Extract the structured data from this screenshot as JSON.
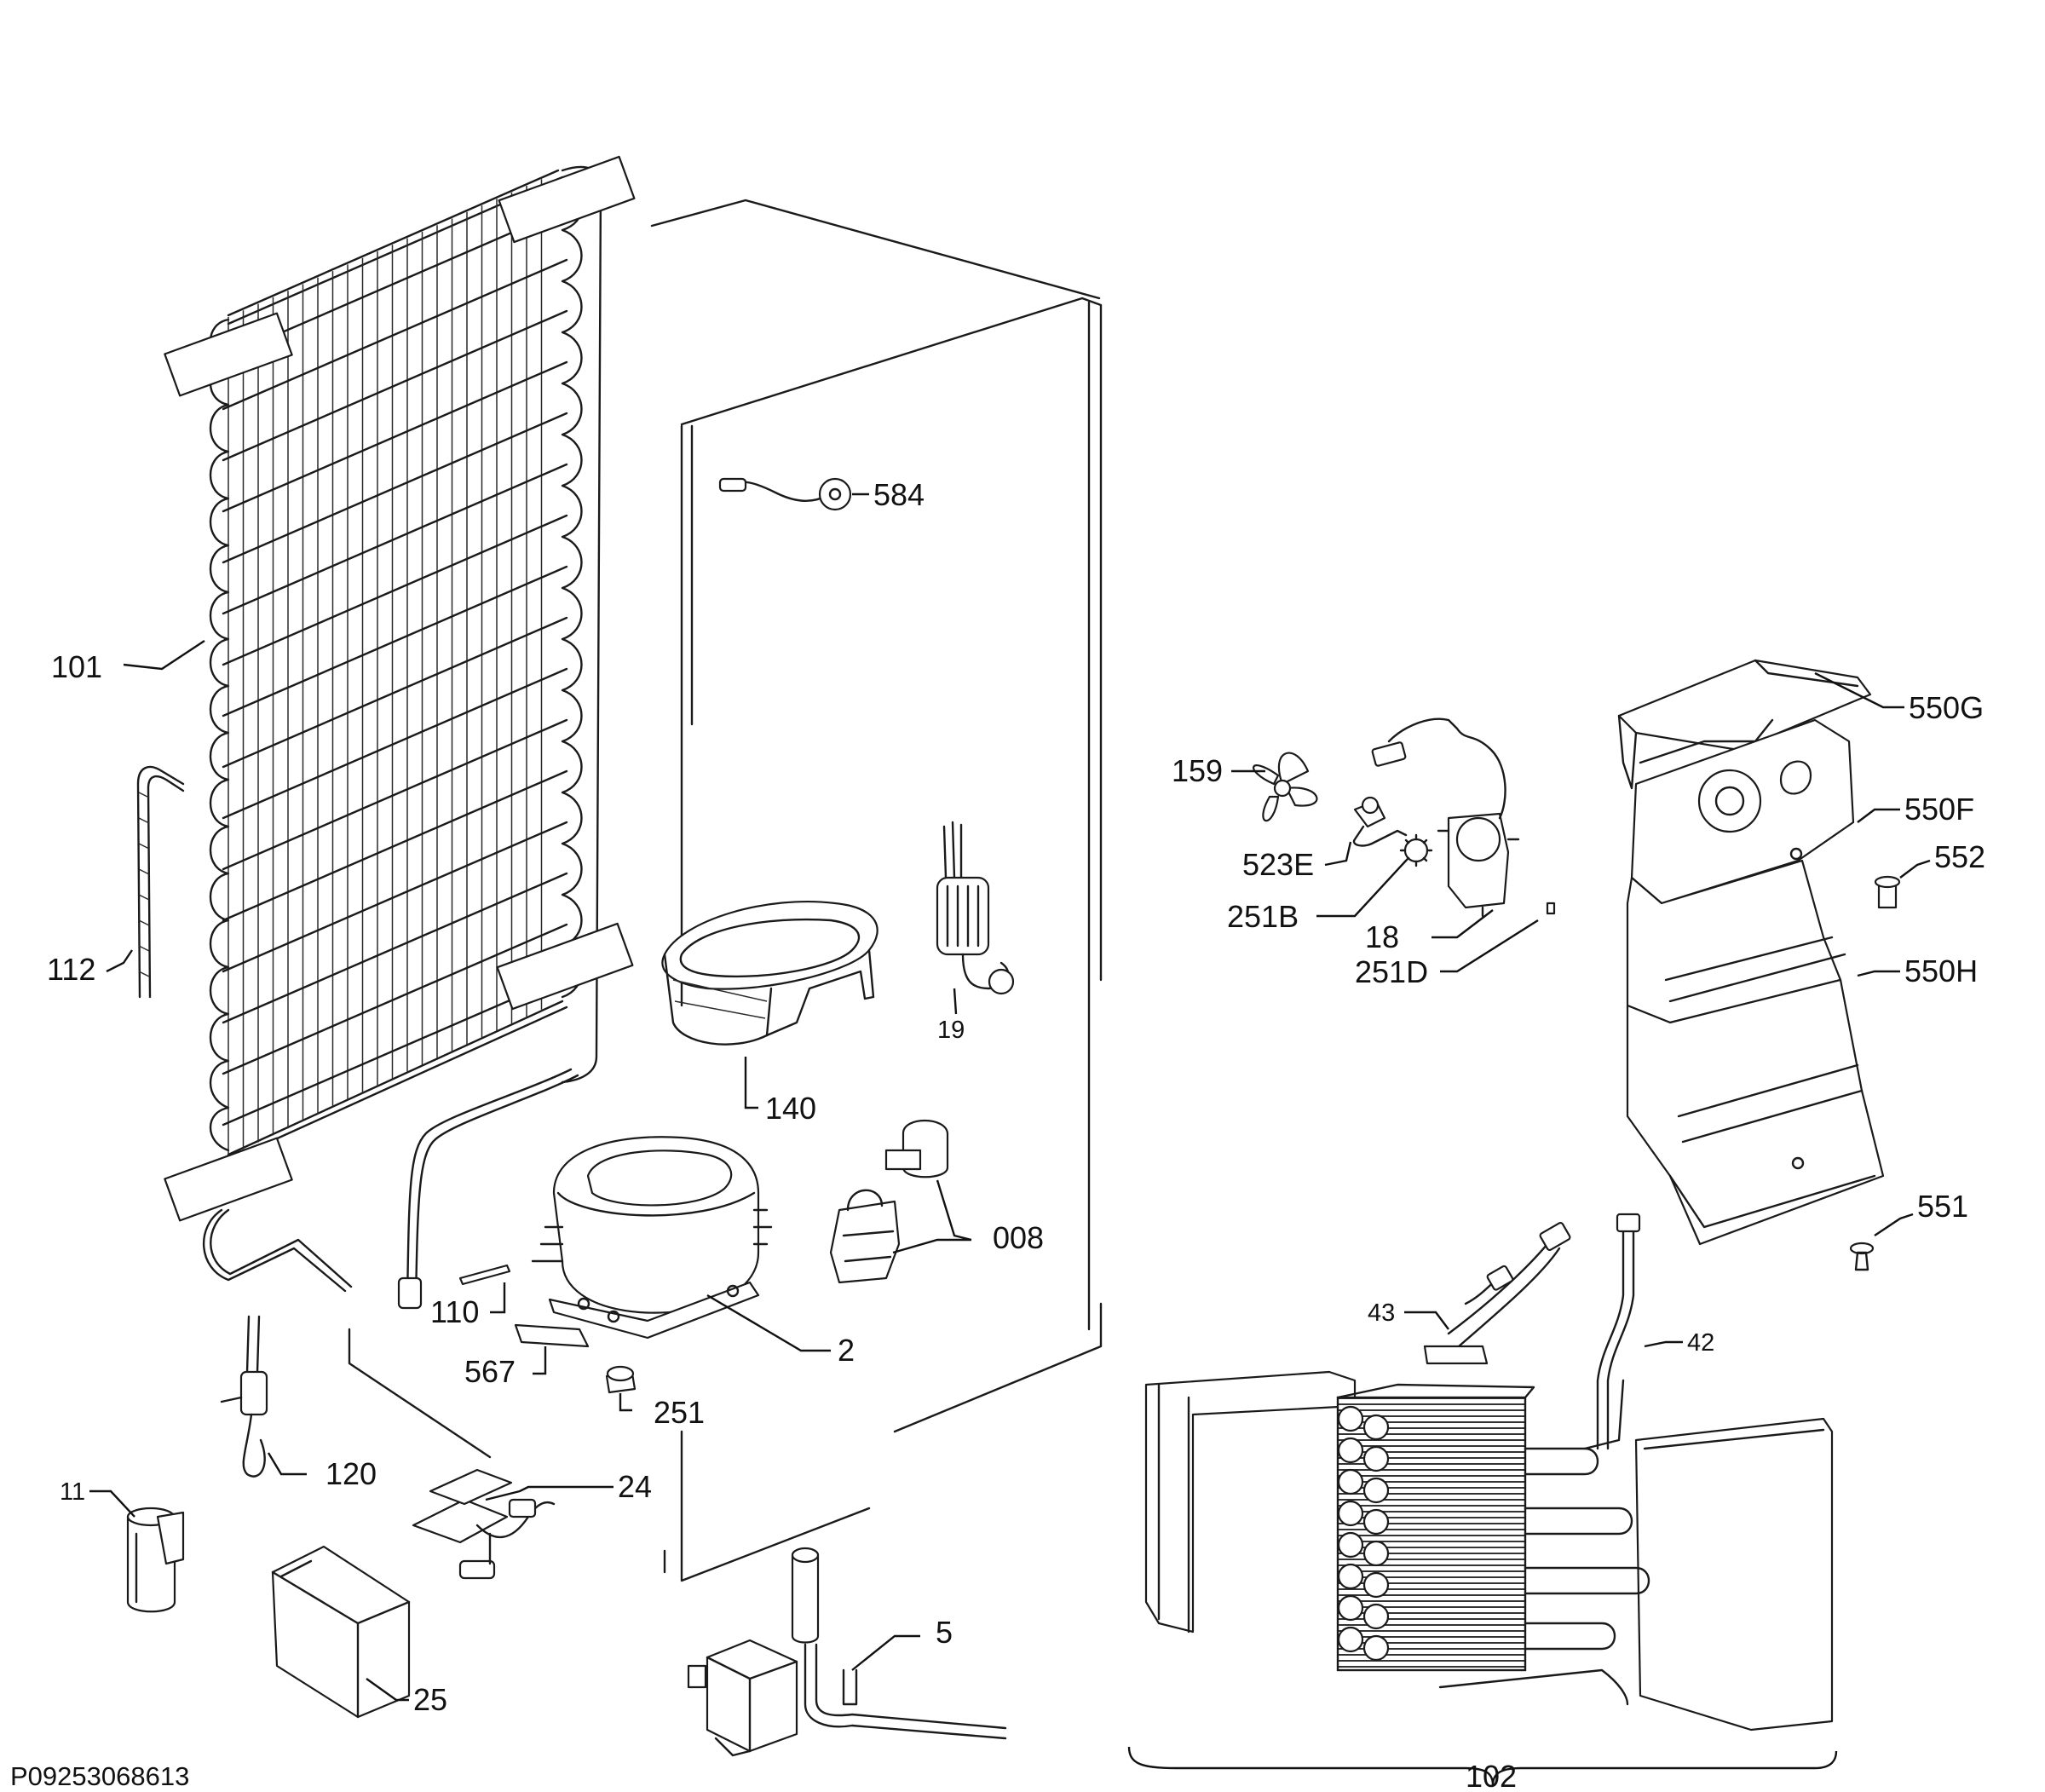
{
  "title": "",
  "reference_code": "P09253068613",
  "labels": {
    "l101": "101",
    "l112": "112",
    "l584": "584",
    "l19": "19",
    "l140": "140",
    "l008": "008",
    "l2": "2",
    "l110": "110",
    "l567": "567",
    "l251": "251",
    "l120": "120",
    "l24": "24",
    "l11": "11",
    "l25": "25",
    "l5": "5",
    "l159": "159",
    "l523E": "523E",
    "l251B": "251B",
    "l18": "18",
    "l251D": "251D",
    "l550G": "550G",
    "l550F": "550F",
    "l552": "552",
    "l550H": "550H",
    "l551": "551",
    "l43": "43",
    "l42": "42",
    "l102": "102"
  },
  "icons": {
    "condenser": "condenser-grid-icon",
    "cabinet": "cabinet-outline-icon",
    "compressor": "compressor-icon",
    "evaporator": "evaporator-coil-icon",
    "fan": "fan-blade-icon"
  }
}
